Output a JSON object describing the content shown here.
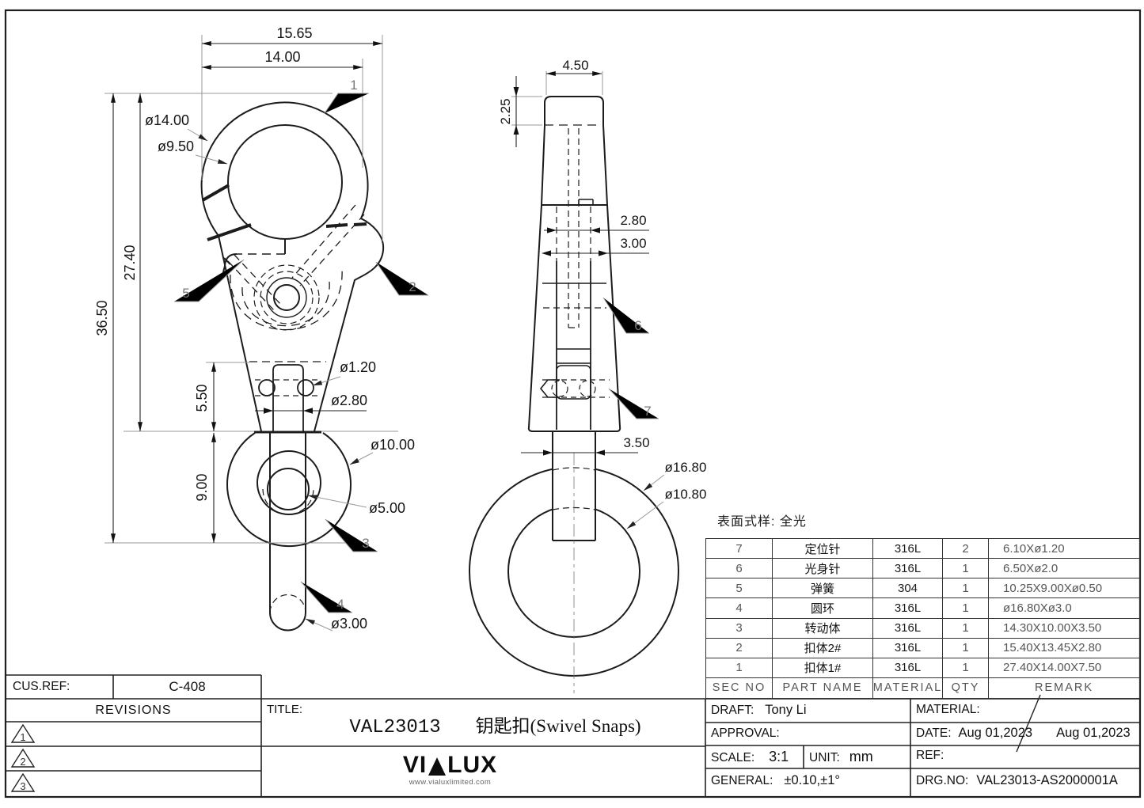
{
  "surface_note": "表面式样: 全光",
  "front_view": {
    "dims": {
      "overall_width": "15.65",
      "ring_width": "14.00",
      "ring_outer_dia": "ø14.00",
      "ring_inner_dia": "ø9.50",
      "body_height": "27.40",
      "overall_height": "36.50",
      "neck_height": "5.50",
      "swivel_height": "9.00",
      "pin_dia": "ø1.20",
      "slot_dia": "ø2.80",
      "swivel_dia": "ø10.00",
      "swivel_inner_dia": "ø5.00",
      "rod_dia": "ø3.00"
    },
    "callouts": {
      "c1": "1",
      "c2": "2",
      "c3": "3",
      "c4": "4",
      "c5": "5"
    }
  },
  "side_view": {
    "dims": {
      "top_width": "4.50",
      "cap_height": "2.25",
      "slot_width": "2.80",
      "slot_depth": "3.00",
      "rod_width": "3.50",
      "ring_outer_dia": "ø16.80",
      "ring_inner_dia": "ø10.80"
    },
    "callouts": {
      "c6": "6",
      "c7": "7"
    }
  },
  "parts_table": {
    "headers": {
      "sec_no": "SEC NO",
      "part_name": "PART NAME",
      "material": "MATERIAL",
      "qty": "QTY",
      "remark": "REMARK"
    },
    "rows": [
      {
        "sec_no": "7",
        "part_name": "定位针",
        "material": "316L",
        "qty": "2",
        "remark": "6.10Xø1.20"
      },
      {
        "sec_no": "6",
        "part_name": "光身针",
        "material": "316L",
        "qty": "1",
        "remark": "6.50Xø2.0"
      },
      {
        "sec_no": "5",
        "part_name": "弹簧",
        "material": "304",
        "qty": "1",
        "remark": "10.25X9.00Xø0.50"
      },
      {
        "sec_no": "4",
        "part_name": "圆环",
        "material": "316L",
        "qty": "1",
        "remark": "ø16.80Xø3.0"
      },
      {
        "sec_no": "3",
        "part_name": "转动体",
        "material": "316L",
        "qty": "1",
        "remark": "14.30X10.00X3.50"
      },
      {
        "sec_no": "2",
        "part_name": "扣体2#",
        "material": "316L",
        "qty": "1",
        "remark": "15.40X13.45X2.80"
      },
      {
        "sec_no": "1",
        "part_name": "扣体1#",
        "material": "316L",
        "qty": "1",
        "remark": "27.40X14.00X7.50"
      }
    ]
  },
  "title_block": {
    "cus_ref_label": "CUS.REF:",
    "cus_ref_value": "C-408",
    "revisions_label": "REVISIONS",
    "revisions": [
      "1",
      "2",
      "3"
    ],
    "title_label": "TITLE:",
    "title_code": "VAL23013",
    "title_name": "钥匙扣(Swivel Snaps)",
    "logo_left": "VI",
    "logo_right": "LUX",
    "logo_url": "www.vialuxlimited.com",
    "draft_label": "DRAFT:",
    "draft_value": "Tony Li",
    "material_label": "MATERIAL:",
    "approval_label": "APPROVAL:",
    "date_label": "DATE:",
    "date_value_1": "Aug 01,2023",
    "date_value_2": "Aug 01,2023",
    "scale_label": "SCALE:",
    "scale_value": "3:1",
    "unit_label": "UNIT:",
    "unit_value": "mm",
    "ref_label": "REF:",
    "general_label": "GENERAL:",
    "general_value": "±0.10,±1°",
    "drg_no_label": "DRG.NO:",
    "drg_no_value": "VAL23013-AS2000001A"
  }
}
